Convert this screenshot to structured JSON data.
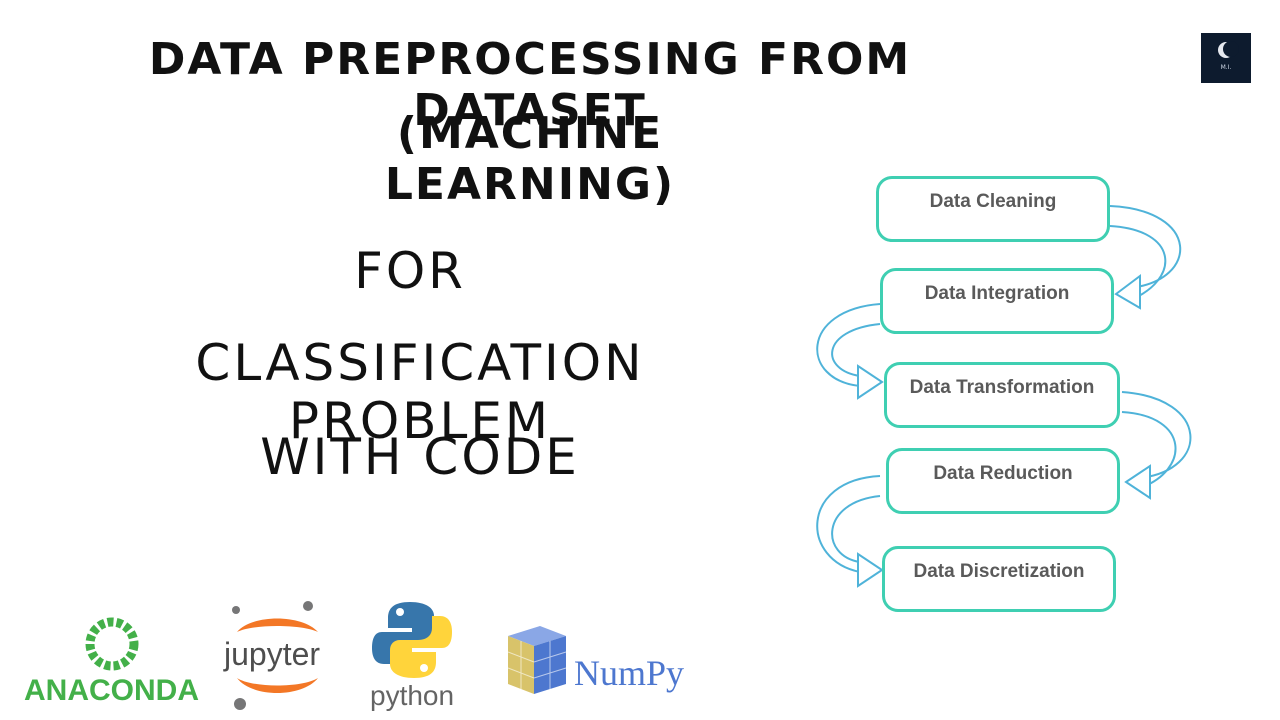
{
  "title": {
    "line1": "DATA PREPROCESSING FROM DATASET",
    "line2": "(MACHINE LEARNING)"
  },
  "subtitle": {
    "line1": "FOR",
    "line2": "CLASSIFICATION PROBLEM",
    "line3": "WITH CODE"
  },
  "logo": {
    "text": "M.I.",
    "icon": "crescent-moon-icon"
  },
  "flow": {
    "steps": [
      {
        "label": "Data Cleaning"
      },
      {
        "label": "Data Integration"
      },
      {
        "label": "Data Transformation"
      },
      {
        "label": "Data Reduction"
      },
      {
        "label": "Data Discretization"
      }
    ],
    "border_color": "#3fcfb2",
    "arrow_color": "#4fb3d9"
  },
  "brands": {
    "anaconda": "ANACONDA",
    "jupyter": "jupyter",
    "python": "python",
    "numpy": "NumPy"
  },
  "colors": {
    "anaconda_green": "#43b049",
    "jupyter_orange": "#f37726",
    "python_blue": "#3776ab",
    "python_yellow": "#ffd43b",
    "numpy_blue": "#4d77cf"
  }
}
